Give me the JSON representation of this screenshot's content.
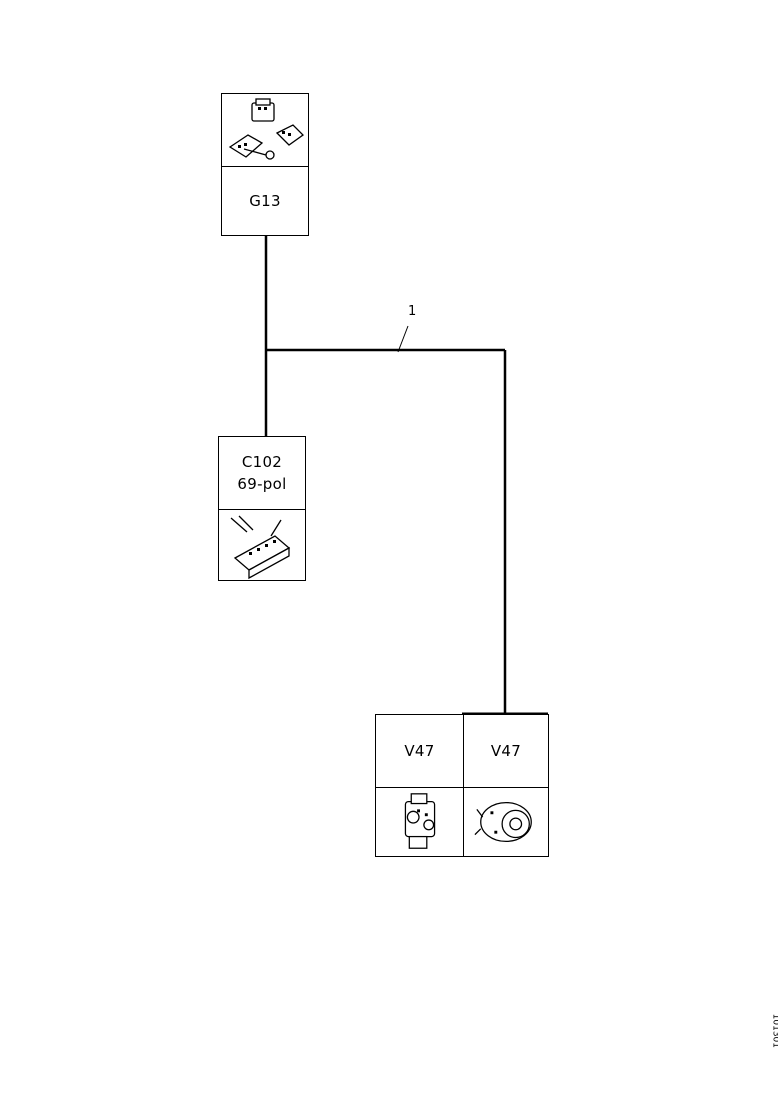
{
  "components": {
    "g13": {
      "code": "G13",
      "icon": "control-unit-connectors-icon"
    },
    "c102": {
      "code": "C102",
      "subtitle": "69-pol",
      "icon": "multi-pin-connector-icon"
    },
    "v47_left": {
      "code": "V47",
      "icon": "pump-valve-assembly-icon"
    },
    "v47_right": {
      "code": "V47",
      "icon": "motor-unit-icon"
    }
  },
  "wires": {
    "harness_label": "1"
  },
  "footer": {
    "figure_code": "101301"
  }
}
